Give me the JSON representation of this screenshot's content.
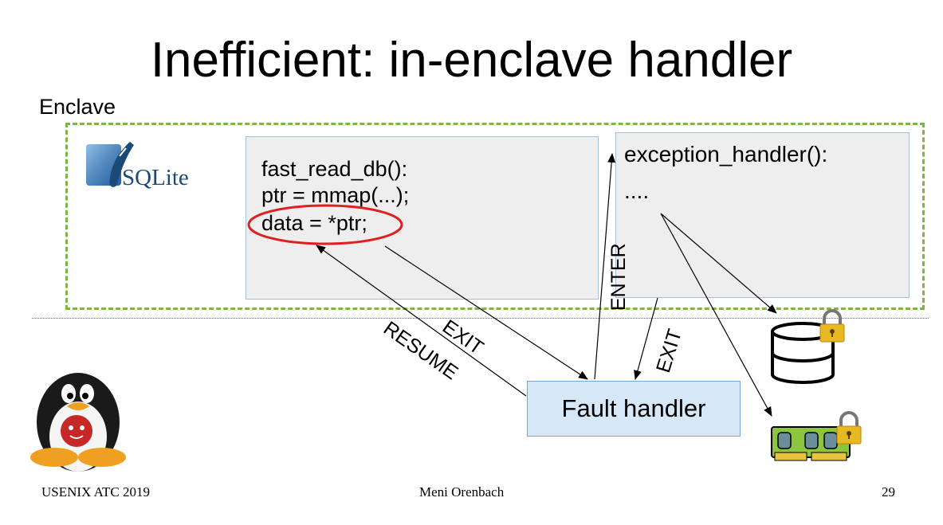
{
  "slide": {
    "title": "Inefficient: in-enclave handler",
    "enclave_label": "Enclave"
  },
  "sqlite_logo": {
    "text": "SQLite"
  },
  "code_box": {
    "lines": [
      "fast_read_db():",
      "ptr = mmap(...);",
      "data = *ptr;"
    ]
  },
  "handler_box": {
    "lines": [
      "exception_handler():",
      "...."
    ]
  },
  "fault_handler": {
    "label": "Fault handler"
  },
  "arrows": {
    "exit1": "EXIT",
    "resume": "RESUME",
    "enter": "ENTER",
    "exit2": "EXIT"
  },
  "icons": [
    "sqlite-logo",
    "database-icon",
    "memory-icon",
    "lock-icon",
    "linux-tux-icon"
  ],
  "colors": {
    "enclave_border": "#7ab648",
    "box_fill": "#eeeeee",
    "fault_fill": "#d6e8f7",
    "highlight_red": "#e02020",
    "lock_gold": "#e8b923",
    "ram_green": "#8cc63f"
  },
  "footer": {
    "left": "USENIX ATC 2019",
    "center": "Meni Orenbach",
    "page_number": "29"
  }
}
